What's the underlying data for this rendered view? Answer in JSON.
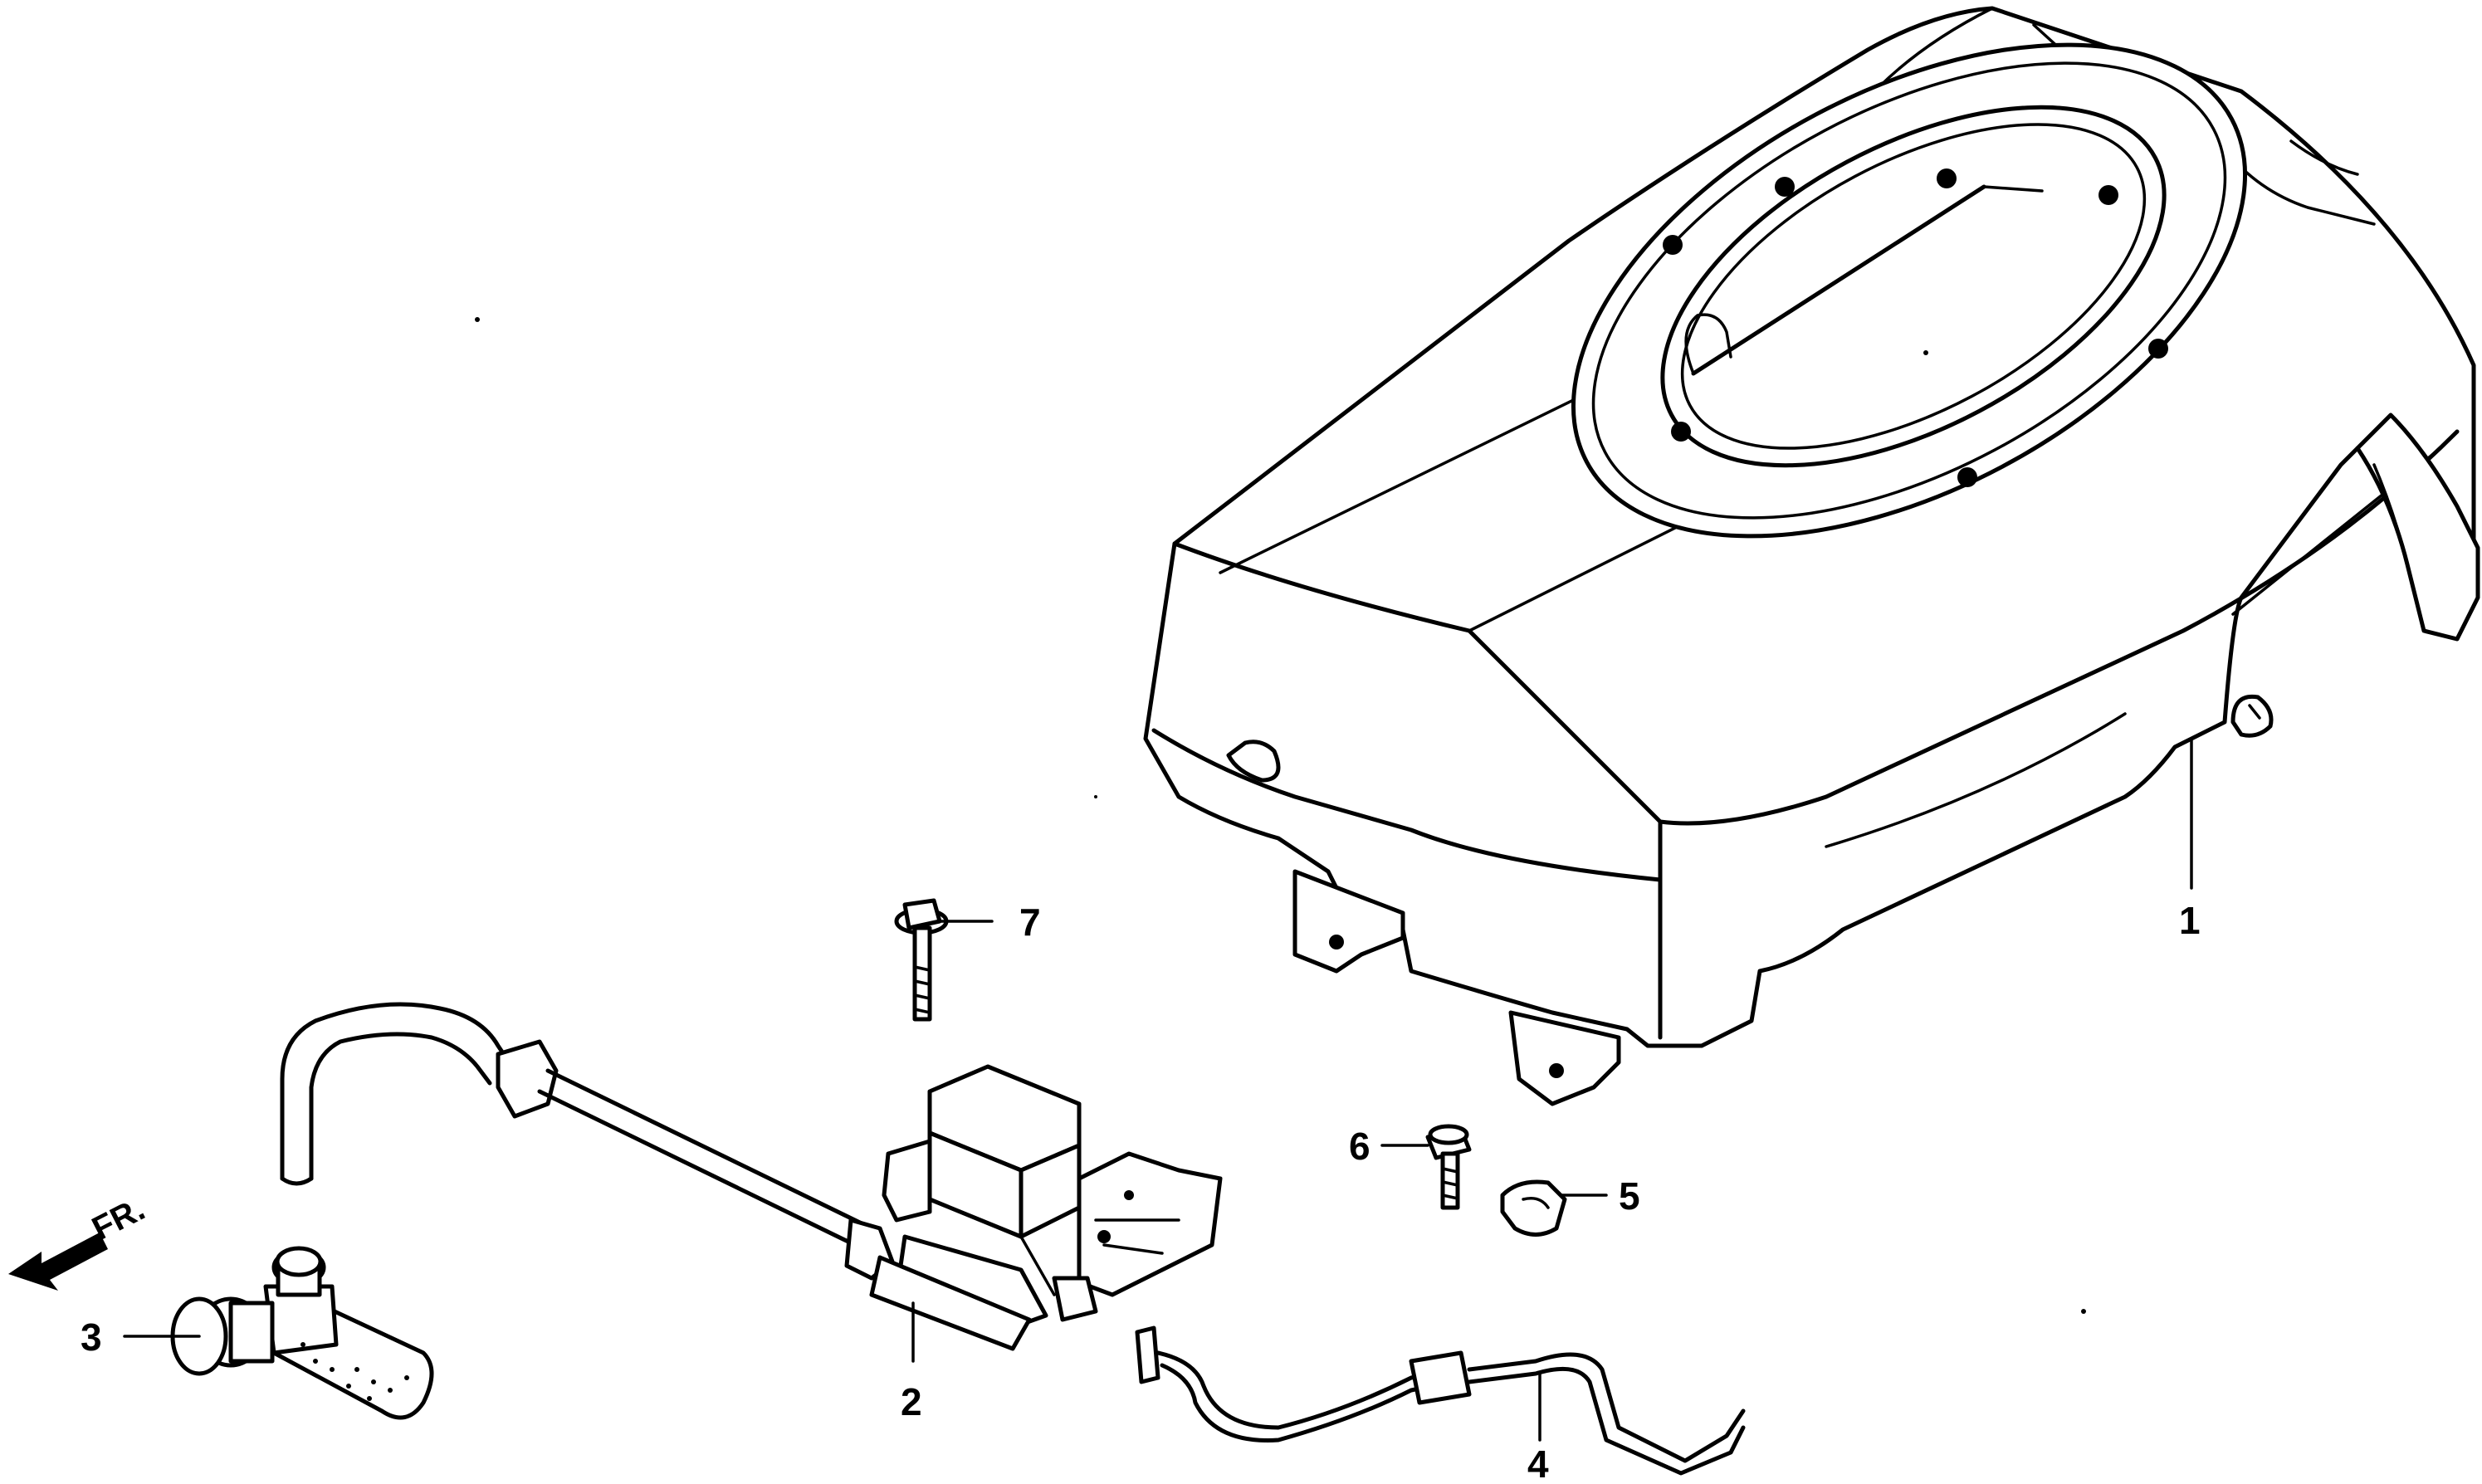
{
  "callouts": [
    {
      "number": "1",
      "part": "fan-cover"
    },
    {
      "number": "2",
      "part": "ignition-coil"
    },
    {
      "number": "3",
      "part": "spark-plug-cap"
    },
    {
      "number": "4",
      "part": "stop-switch-wire"
    },
    {
      "number": "5",
      "part": "wire-clip"
    },
    {
      "number": "6",
      "part": "bolt-small"
    },
    {
      "number": "7",
      "part": "flange-bolt"
    }
  ],
  "direction_label": "FR."
}
